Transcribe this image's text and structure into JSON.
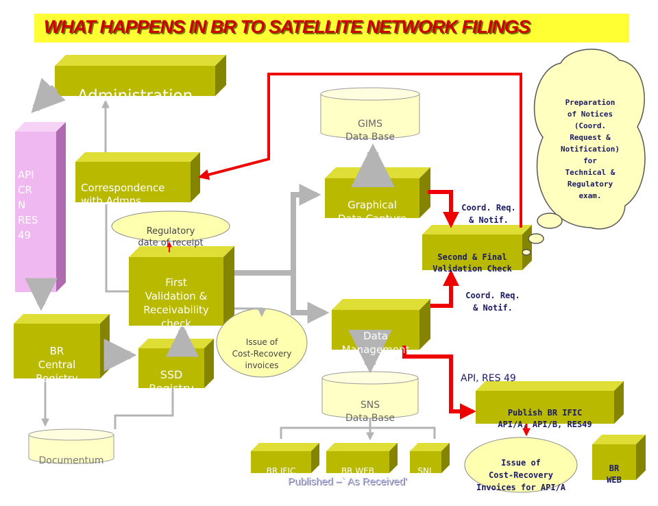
{
  "title": "WHAT HAPPENS IN BR TO SATELLITE NETWORK FILINGS",
  "boxes": {
    "administration": "Administration",
    "api_list": "API\n CR\n N\n RES\n49",
    "correspondence": "Correspondence\nwith Admns.",
    "regulatory_date": "Regulatory\ndate of receipt",
    "first_validation": "First\nValidation &\nReceivability\ncheck",
    "br_central_registry": "BR\nCentral\nRegistry",
    "ssd_registry": "SSD\nRegistry",
    "documentum": "Documentum",
    "issue_cost_recovery": "Issue of\nCost-Recovery\ninvoices",
    "gims_db": "GIMS\nData Base",
    "graphical_capture": "Graphical\nData Capture",
    "data_management": "Data\nManagement",
    "sns_db": "SNS\nData Base",
    "br_ific": "BR IFIC",
    "br_web": "BR WEB",
    "snl": "SNL",
    "second_validation": "Second & Final\nValidation Check",
    "coord_req_1": "Coord. Req.\n& Notif.",
    "coord_req_2": "Coord. Req.\n& Notif.",
    "api_res49": "API, RES 49",
    "publish_ific": "Publish BR IFIC\nAPI/A, API/B, RES49",
    "issue_cost_api": "Issue of\nCost-Recovery\nInvoices for API/A",
    "br_web_small": "BR\nWEB",
    "thought_bubble": "Preparation\nof Notices\n(Coord.\nRequest &\nNotification)\nfor\nTechnical &\nRegulatory\nexam."
  },
  "footer": "Published –` As Received'",
  "colors": {
    "box_face": "#b9b900",
    "box_top": "#dede36",
    "box_side": "#848400",
    "cylinder": "#ffffc6",
    "ellipse": "#ffffb0",
    "purple_face": "#f0b8f0",
    "purple_side": "#b06ab0",
    "red_arrow": "#ee0000",
    "gray_arrow": "#b4b4b4",
    "title_bg": "#ffff33",
    "title_text": "#cc0000"
  }
}
